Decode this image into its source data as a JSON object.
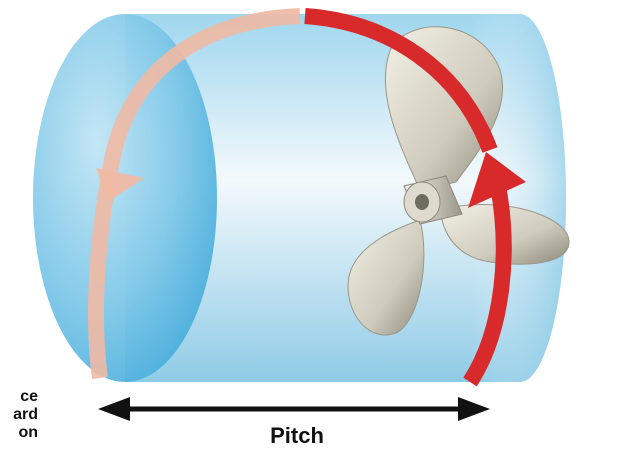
{
  "diagram": {
    "pitch_label": "Pitch",
    "side_label_lines": [
      "ce",
      "ard",
      "on"
    ],
    "colors": {
      "cylinder_light": "#e8f4fa",
      "cylinder_dark": "#6cc0e2",
      "front_face": "#4fb3df",
      "rotation_arrow_front": "#d82a2a",
      "rotation_arrow_back": "#f0b9a4",
      "propeller": "#cfcbbd",
      "propeller_shadow": "#8d8a7c",
      "pitch_arrow": "#111111"
    },
    "icons": {
      "propeller": "propeller-icon",
      "rotation": "rotation-arrow-icon",
      "pitch": "double-arrow-icon"
    }
  }
}
